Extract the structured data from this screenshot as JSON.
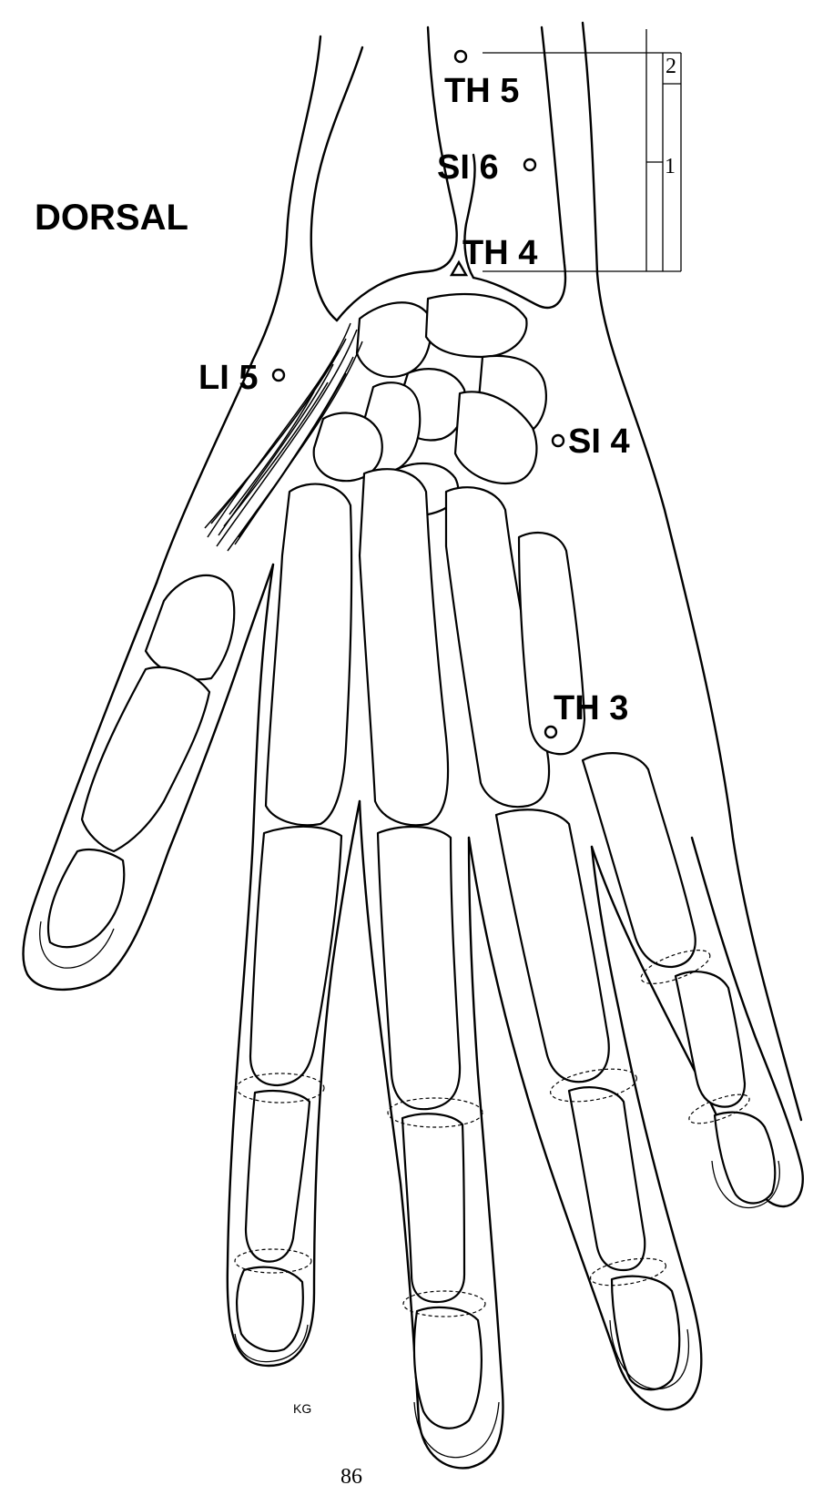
{
  "view_label": "DORSAL",
  "points": {
    "th5": "TH 5",
    "si6": "SI 6",
    "th4": "TH 4",
    "li5": "LI 5",
    "si4": "SI 4",
    "th3": "TH 3"
  },
  "scale": {
    "upper": "2",
    "lower": "1"
  },
  "artist_mark": "KG",
  "page_number": "86",
  "colors": {
    "ink": "#000000",
    "paper": "#ffffff"
  }
}
